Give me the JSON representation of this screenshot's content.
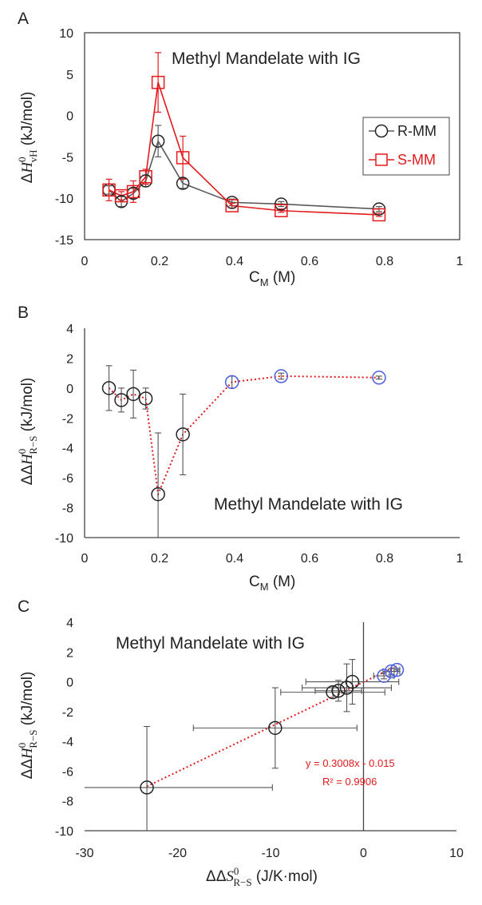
{
  "figure": {
    "panels": [
      "A",
      "B",
      "C"
    ]
  },
  "chart_data": [
    {
      "panel": "A",
      "type": "line",
      "title": "Methyl Mandelate with IG",
      "xlabel": "CM (M)",
      "ylabel": "ΔH⁰vH (kJ/mol)",
      "xlim": [
        0,
        1
      ],
      "ylim": [
        -15,
        10
      ],
      "xticks": [
        "0",
        "0.2",
        "0.4",
        "0.6",
        "0.8",
        "1"
      ],
      "yticks": [
        "10",
        "5",
        "0",
        "-5",
        "-10",
        "-15"
      ],
      "legend_position": "right",
      "series": [
        {
          "name": "R-MM",
          "color": "#595959",
          "marker": "circle",
          "x": [
            0.065,
            0.098,
            0.13,
            0.163,
            0.196,
            0.262,
            0.393,
            0.524,
            0.785
          ],
          "y": [
            -9.0,
            -10.4,
            -9.4,
            -7.9,
            -3.1,
            -8.2,
            -10.5,
            -10.7,
            -11.3
          ],
          "err": [
            0.5,
            0.6,
            0.6,
            0.7,
            1.9,
            0.6,
            0.4,
            0.3,
            0.3
          ]
        },
        {
          "name": "S-MM",
          "color": "#e41a1c",
          "marker": "square",
          "x": [
            0.065,
            0.098,
            0.13,
            0.163,
            0.196,
            0.262,
            0.393,
            0.524,
            0.785
          ],
          "y": [
            -9.0,
            -9.7,
            -9.2,
            -7.4,
            4.0,
            -5.1,
            -10.9,
            -11.5,
            -12.0
          ],
          "err": [
            1.3,
            0.5,
            1.3,
            0.9,
            3.6,
            2.6,
            0.3,
            0.2,
            0.2
          ]
        }
      ]
    },
    {
      "panel": "B",
      "type": "scatter",
      "title": "Methyl Mandelate with IG",
      "xlabel": "CM (M)",
      "ylabel": "ΔΔH⁰R−S (kJ/mol)",
      "xlim": [
        0,
        1
      ],
      "ylim": [
        -10,
        4
      ],
      "xticks": [
        "0",
        "0.2",
        "0.4",
        "0.6",
        "0.8",
        "1"
      ],
      "yticks": [
        "4",
        "2",
        "0",
        "-2",
        "-4",
        "-6",
        "-8",
        "-10"
      ],
      "series": [
        {
          "name": "",
          "x": [
            0.065,
            0.098,
            0.13,
            0.163,
            0.196,
            0.262,
            0.393,
            0.524,
            0.785
          ],
          "y": [
            0.0,
            -0.8,
            -0.4,
            -0.7,
            -7.1,
            -3.1,
            0.4,
            0.8,
            0.7
          ],
          "err": [
            1.5,
            0.8,
            1.6,
            0.7,
            4.1,
            2.7,
            0.4,
            0.2,
            0.1
          ],
          "colors": [
            "#222222",
            "#222222",
            "#222222",
            "#222222",
            "#222222",
            "#222222",
            "#4a5ce0",
            "#4a5ce0",
            "#4a5ce0"
          ]
        }
      ],
      "trend_color": "#e41a1c"
    },
    {
      "panel": "C",
      "type": "scatter",
      "title": "Methyl Mandelate with IG",
      "xlabel": "ΔΔS⁰R−S (J/K·mol)",
      "ylabel": "ΔΔH⁰R−S (kJ/mol)",
      "xlim": [
        -30,
        10
      ],
      "ylim": [
        -10,
        4
      ],
      "xticks": [
        "-30",
        "-20",
        "-10",
        "0",
        "10"
      ],
      "yticks": [
        "4",
        "2",
        "0",
        "-2",
        "-4",
        "-6",
        "-8",
        "-10"
      ],
      "series": [
        {
          "name": "",
          "x": [
            -23.3,
            -9.5,
            -3.3,
            -2.7,
            -1.8,
            -1.2,
            2.2,
            3.0,
            3.6
          ],
          "y": [
            -7.1,
            -3.1,
            -0.7,
            -0.6,
            -0.4,
            0.0,
            0.4,
            0.7,
            0.8
          ],
          "yerr": [
            4.1,
            2.7,
            0.4,
            0.7,
            1.6,
            1.5,
            0.2,
            0.2,
            0.1
          ],
          "xerr": [
            13.5,
            8.8,
            5.6,
            2.5,
            4.8,
            5.0,
            1.1,
            0.9,
            0.3
          ],
          "colors": [
            "#222222",
            "#222222",
            "#222222",
            "#222222",
            "#222222",
            "#222222",
            "#4a5ce0",
            "#4a5ce0",
            "#4a5ce0"
          ]
        }
      ],
      "fit": {
        "slope": 0.3008,
        "intercept": -0.015,
        "equation": "y = 0.3008x - 0.015",
        "r2": "R² = 0.9906",
        "color": "#e41a1c"
      }
    }
  ]
}
